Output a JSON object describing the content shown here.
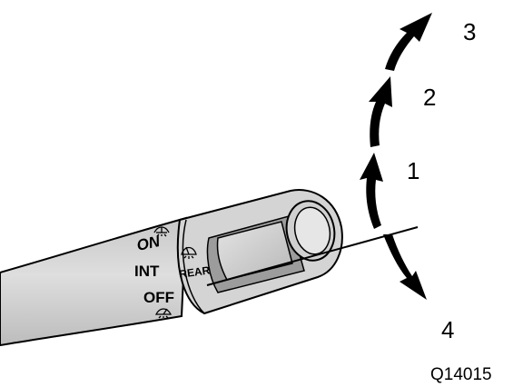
{
  "diagram": {
    "switch_labels": {
      "on": "ON",
      "int": "INT",
      "off": "OFF",
      "rear": "REAR"
    },
    "position_numbers": [
      "1",
      "2",
      "3",
      "4"
    ],
    "figure_code": "Q14015",
    "icons": [
      "wiper-washer-icon",
      "wiper-icon",
      "rear-wiper-icon",
      "washer-icon"
    ],
    "colors": {
      "stalk_fill": "#d2d2d2",
      "outline": "#000000",
      "background": "#ffffff"
    }
  }
}
